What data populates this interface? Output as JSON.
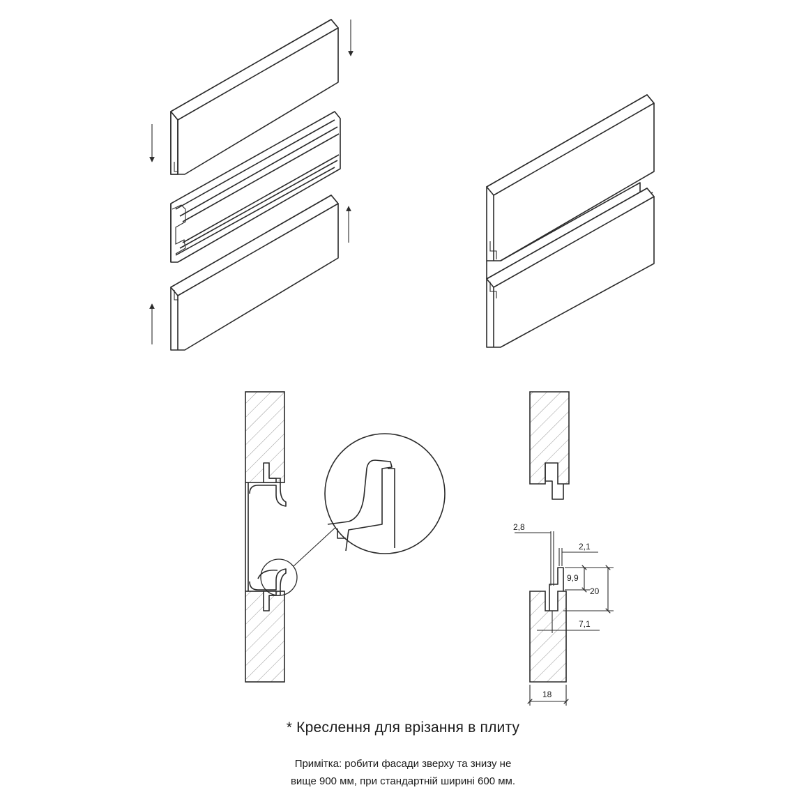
{
  "dimensions": {
    "groove_width": "2,8",
    "flange_thickness": "2,1",
    "lip_height": "9,9",
    "groove_depth": "20",
    "offset": "7,1",
    "panel_thickness": "18"
  },
  "caption": {
    "title": "* Креслення для врізання в плиту",
    "note_line1": "Примітка: робити фасади зверху та знизу не",
    "note_line2": "вище 900 мм, при стандартній ширині 600 мм."
  }
}
